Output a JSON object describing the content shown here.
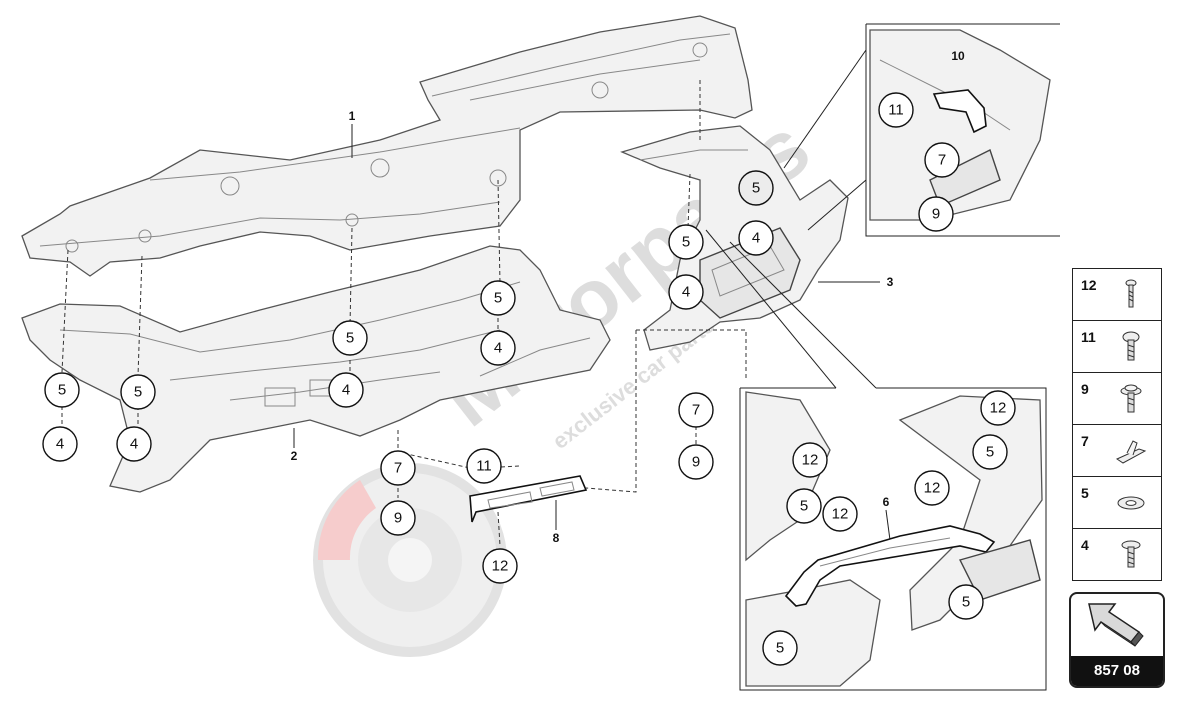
{
  "callouts": {
    "c1": "1",
    "c2": "2",
    "c3": "3",
    "c6": "6",
    "c8": "8",
    "c10": "10",
    "m5a": "5",
    "m4a": "4",
    "m5b": "5",
    "m4b": "4",
    "m5c": "5",
    "m4c": "4",
    "m5d": "5",
    "m4d": "4",
    "m5e": "5",
    "m5f": "5",
    "m4e": "4",
    "m4f": "4",
    "m7a": "7",
    "m9a": "9",
    "m7b": "7",
    "m9b": "9",
    "m11a": "11",
    "m12a": "12",
    "d11": "11",
    "d7": "7",
    "d9": "9",
    "r12a": "12",
    "r5a": "5",
    "r12b": "12",
    "r5b": "5",
    "r12c": "12",
    "r12d": "12",
    "r5c": "5",
    "r5d": "5"
  },
  "legend": [
    {
      "num": "12",
      "icon": "bolt-small-icon"
    },
    {
      "num": "11",
      "icon": "bolt-round-head-icon"
    },
    {
      "num": "9",
      "icon": "bolt-flange-icon"
    },
    {
      "num": "7",
      "icon": "spring-clip-icon"
    },
    {
      "num": "5",
      "icon": "washer-icon"
    },
    {
      "num": "4",
      "icon": "bolt-flat-head-icon"
    }
  ],
  "reference": {
    "code": "857 08",
    "icon": "direction-arrow-icon"
  },
  "watermark": {
    "brand": "Motorparts",
    "tagline": "exclusive car parts specialist"
  }
}
